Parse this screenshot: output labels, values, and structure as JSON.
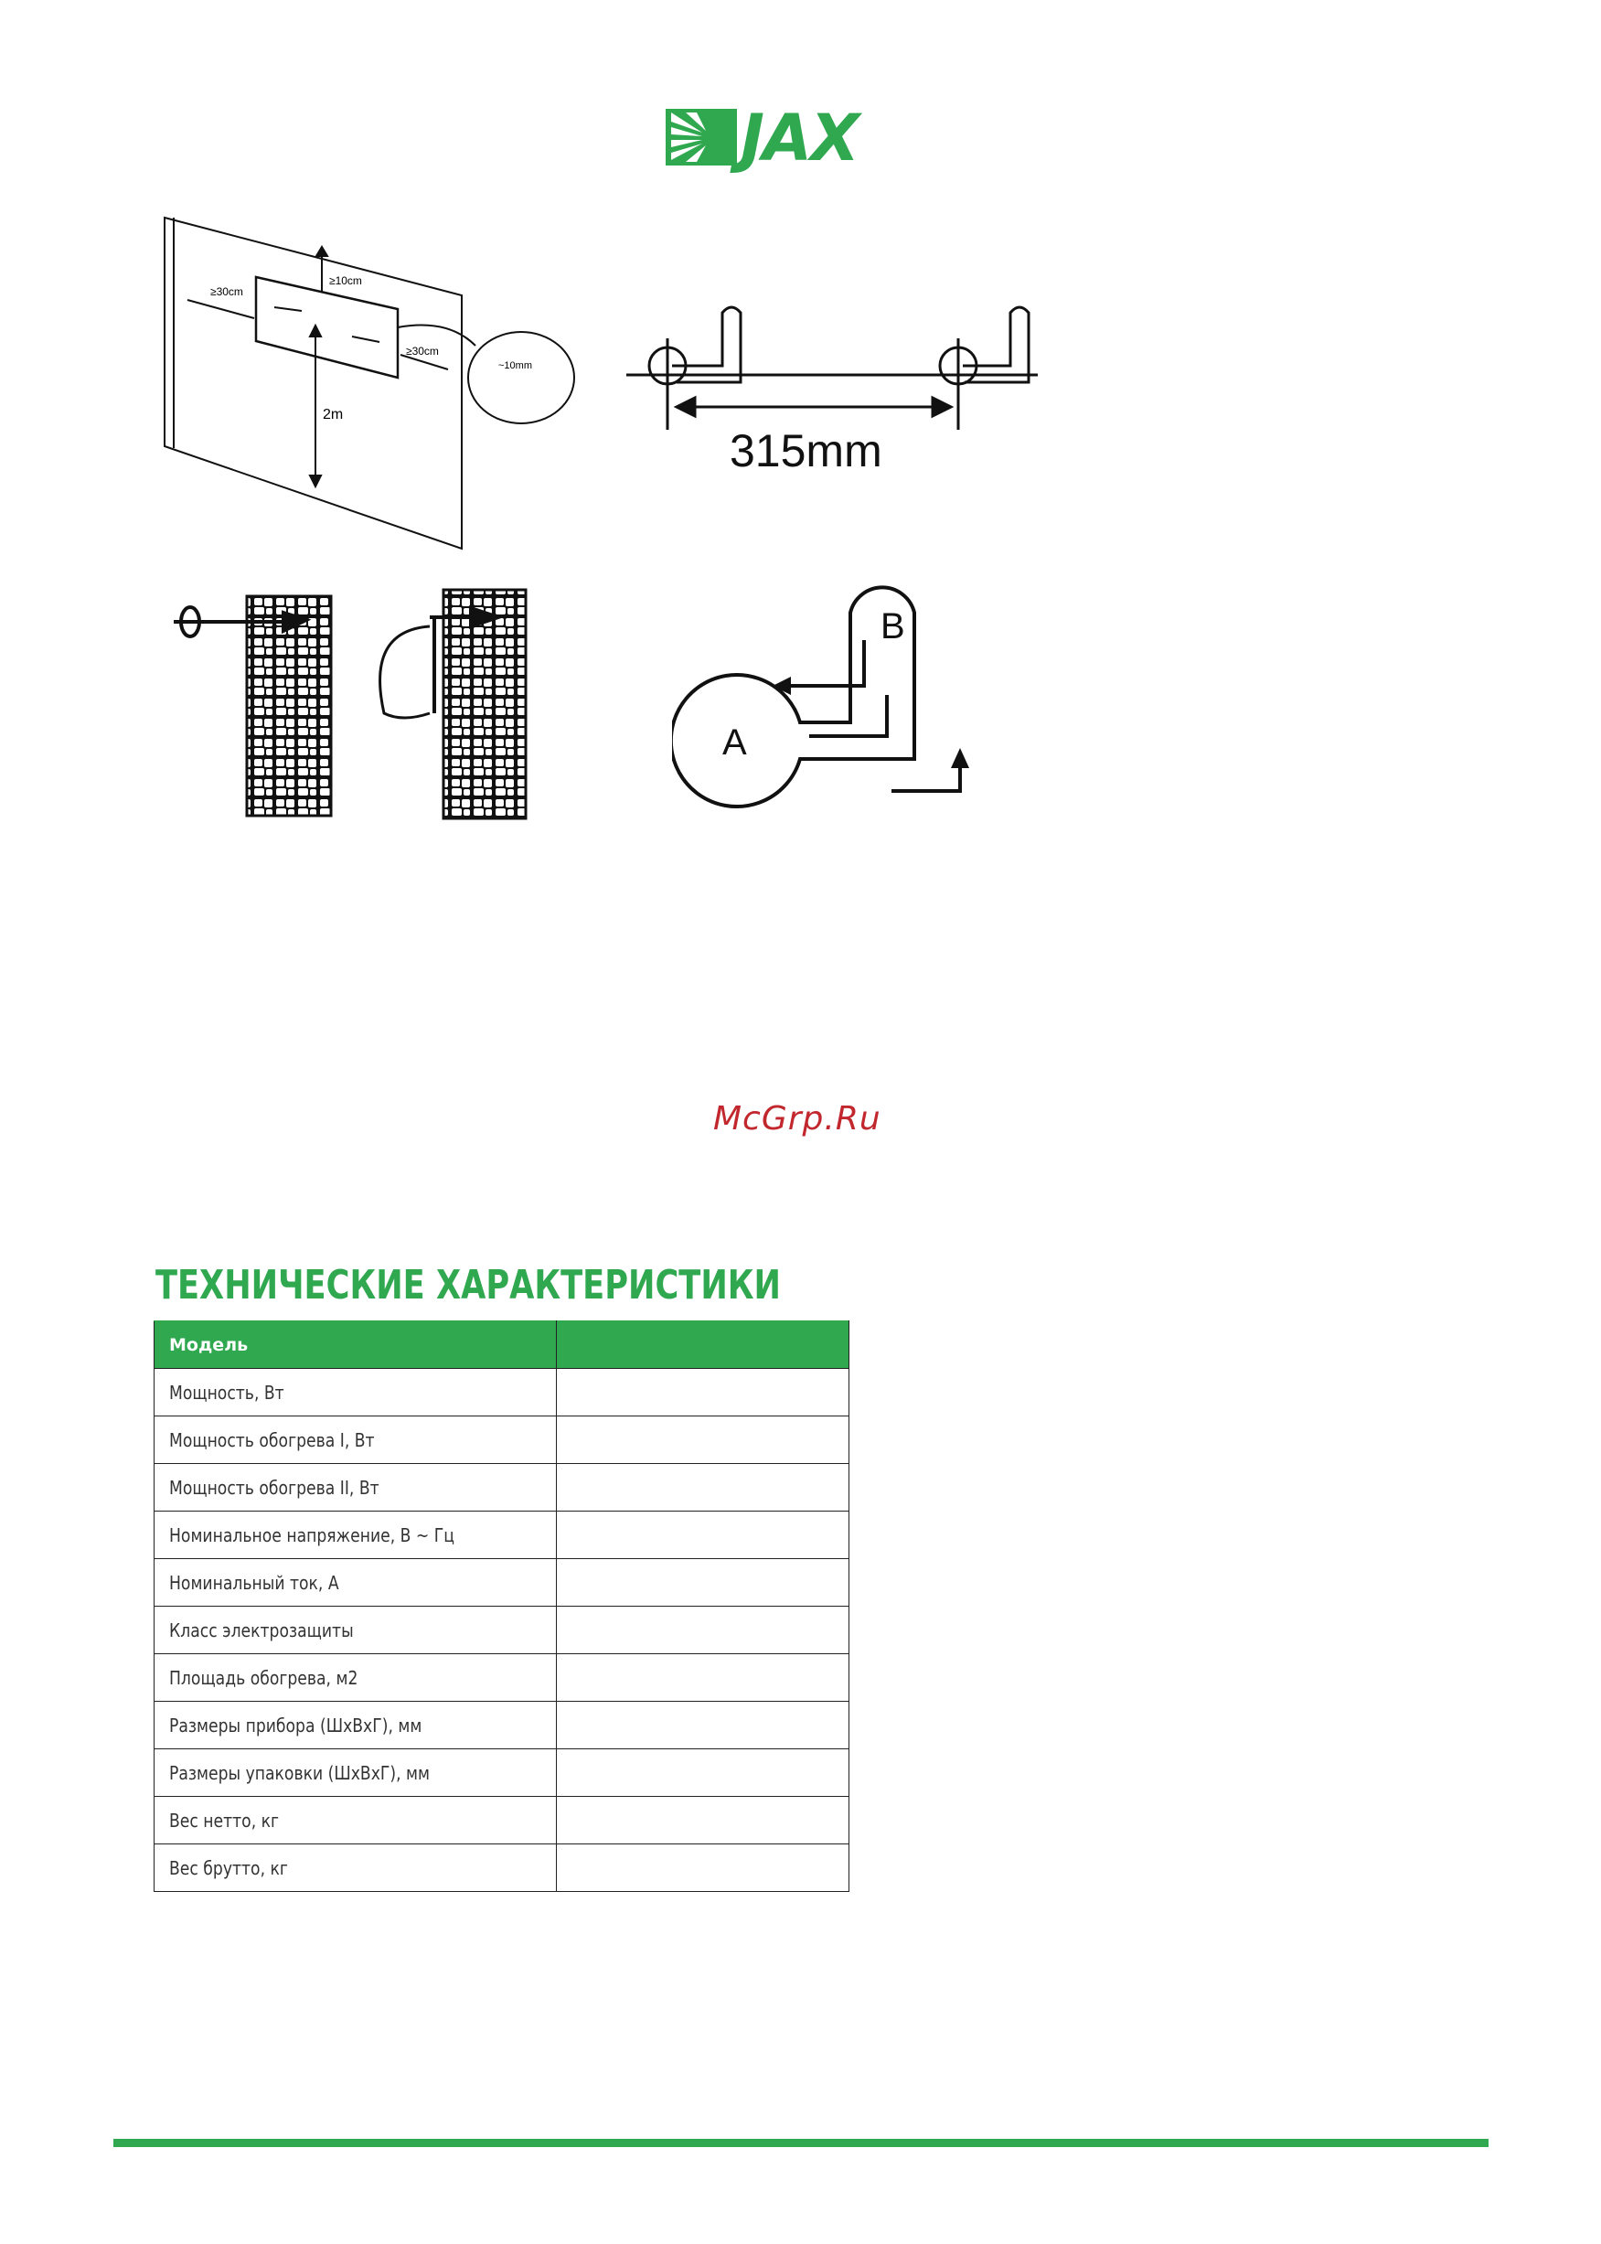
{
  "logo": {
    "text": "JAX",
    "color": "#2fa84f"
  },
  "diagrams": {
    "wall": {
      "top_clearance": "≥10cm",
      "left_clearance": "≥30cm",
      "right_clearance": "≥30cm",
      "height": "2m",
      "screw_clearance": "~10mm"
    },
    "bracket": {
      "distance": "315mm"
    },
    "keyhole": {
      "label_a": "A",
      "label_b": "B"
    }
  },
  "watermark": "McGrp.Ru",
  "specs": {
    "heading": "ТЕХНИЧЕСКИЕ ХАРАКТЕРИСТИКИ",
    "header": {
      "label": "Модель",
      "value": ""
    },
    "rows": [
      {
        "label": "Мощность, Вт",
        "value": ""
      },
      {
        "label": "Мощность обогрева I, Вт",
        "value": ""
      },
      {
        "label": "Мощность обогрева II, Вт",
        "value": ""
      },
      {
        "label": "Номинальное напряжение, В ~ Гц",
        "value": ""
      },
      {
        "label": "Номинальный ток, А",
        "value": ""
      },
      {
        "label": "Класс электрозащиты",
        "value": ""
      },
      {
        "label": "Площадь обогрева, м2",
        "value": ""
      },
      {
        "label": "Размеры прибора (ШхВхГ), мм",
        "value": ""
      },
      {
        "label": "Размеры упаковки (ШхВхГ), мм",
        "value": ""
      },
      {
        "label": "Вес нетто, кг",
        "value": ""
      },
      {
        "label": "Вес брутто, кг",
        "value": ""
      }
    ]
  },
  "colors": {
    "accent": "#2fa84f",
    "watermark": "#c1272d"
  }
}
